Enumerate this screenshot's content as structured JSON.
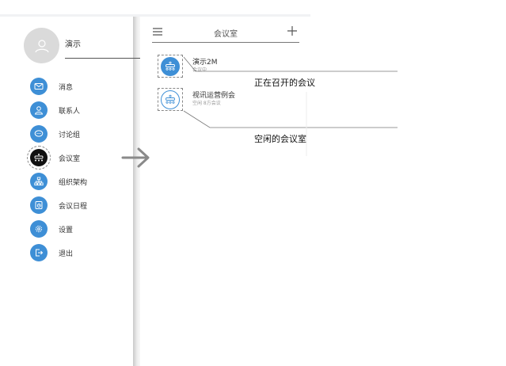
{
  "drawer": {
    "user_name": "演示",
    "items": [
      {
        "label": "消息",
        "icon": "mail-icon"
      },
      {
        "label": "联系人",
        "icon": "contact-icon"
      },
      {
        "label": "讨论组",
        "icon": "chat-icon"
      },
      {
        "label": "会议室",
        "icon": "meeting-room-icon",
        "active": true
      },
      {
        "label": "组织架构",
        "icon": "org-chart-icon"
      },
      {
        "label": "会议日程",
        "icon": "calendar-icon"
      },
      {
        "label": "设置",
        "icon": "gear-icon"
      },
      {
        "label": "退出",
        "icon": "logout-icon"
      }
    ]
  },
  "panel": {
    "title": "会议室",
    "rooms": [
      {
        "name": "演示2M",
        "status": "会议中",
        "icon": "meeting-room-icon"
      },
      {
        "name": "视讯运营例会",
        "status": "空闲 8方会议",
        "icon": "meeting-room-icon"
      }
    ]
  },
  "annotations": {
    "in_meeting": "正在召开的会议",
    "idle_room": "空闲的会议室"
  },
  "colors": {
    "accent": "#3e8fd6",
    "active_icon": "#111111",
    "avatar": "#dadada"
  }
}
